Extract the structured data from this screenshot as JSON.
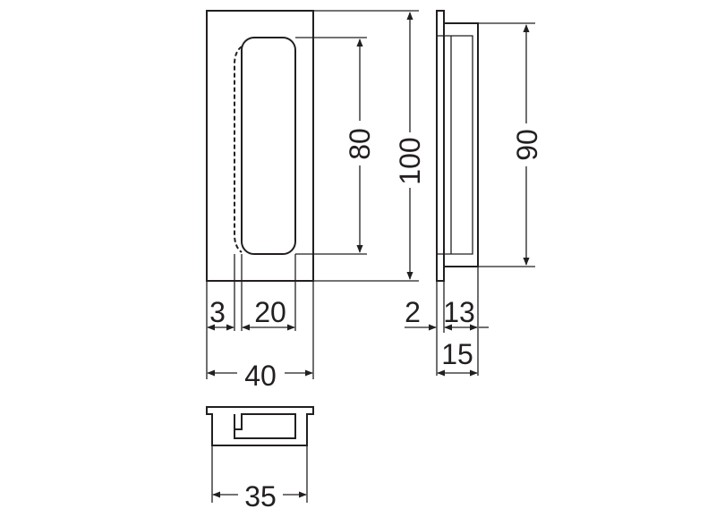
{
  "dimensions": {
    "front_width": "40",
    "inner_width": "20",
    "flange": "3",
    "overall_height": "100",
    "recess_height": "80",
    "side_height": "90",
    "side_depth": "15",
    "side_body": "13",
    "side_lip": "2",
    "bottom_width": "35"
  },
  "colors": {
    "line": "#231f20",
    "background": "#ffffff"
  }
}
